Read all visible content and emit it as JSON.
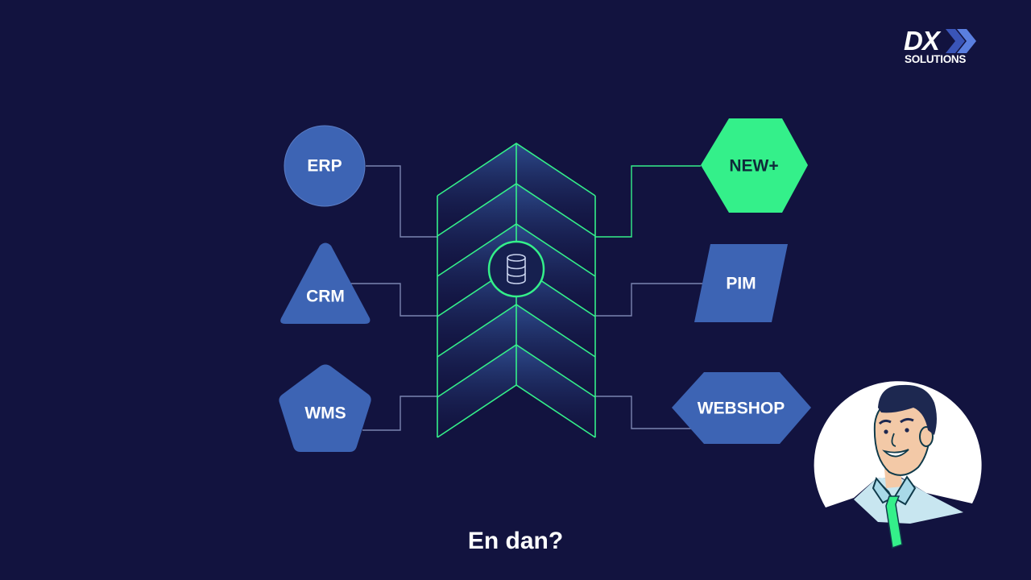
{
  "logo": {
    "main": "DX",
    "sub": "SOLUTIONS"
  },
  "nodes": {
    "erp": "ERP",
    "crm": "CRM",
    "wms": "WMS",
    "new": "NEW+",
    "pim": "PIM",
    "webshop": "WEBSHOP"
  },
  "hub": {
    "icon": "database-icon"
  },
  "subtitle": "En dan?",
  "colors": {
    "background": "#12133f",
    "node_blue": "#3d64b4",
    "accent_green": "#34f08a",
    "connector": "#7b84b0"
  }
}
